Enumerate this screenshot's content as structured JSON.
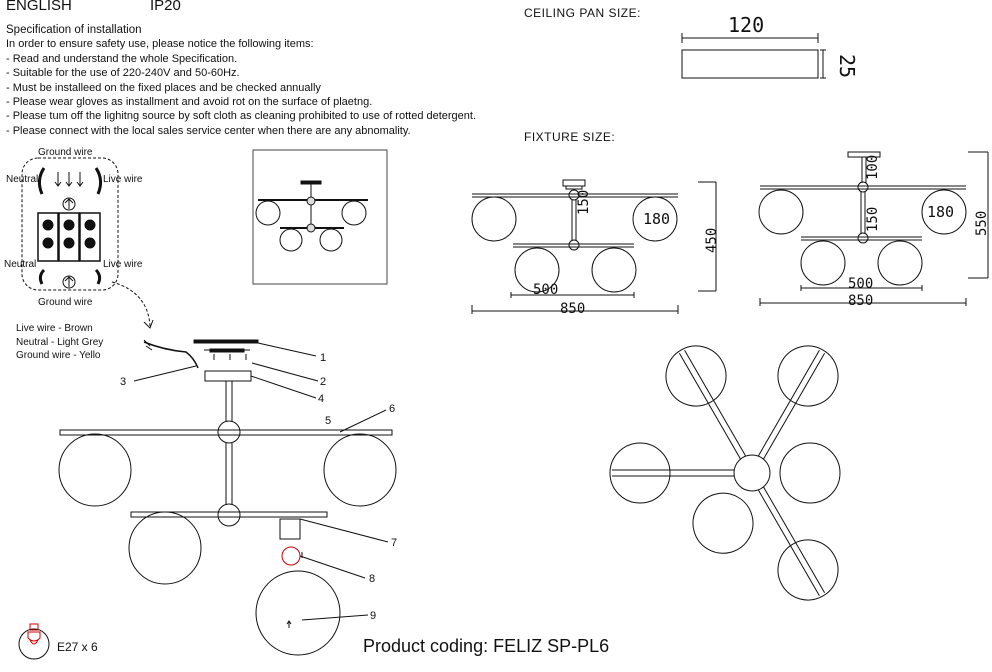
{
  "header": {
    "language": "ENGLISH",
    "ip_rating": "IP20"
  },
  "spec": {
    "title": "Specification of installation",
    "lines": [
      "In order to ensure safety use, please notice the following items:",
      "- Read and understand the whole Specification.",
      "- Suitable for the use of 220-240V and 50-60Hz.",
      "- Must be installeed on the fixed places and be checked annually",
      "- Please wear gloves as installment and avoid rot on the surface of plaetng.",
      "- Please tum off the lighitng source by soft cloth as cleaning prohibited to use of rotted detergent.",
      "- Please connect with the local sales service center when there are any abnomality."
    ]
  },
  "ceiling_pan": {
    "title": "CEILING PAN  SIZE:",
    "width": "120",
    "height": "25"
  },
  "fixture": {
    "title": "FIXTURE SIZE:"
  },
  "fixture_a": {
    "height": "450",
    "stem": "150",
    "globe": "180",
    "inner": "500",
    "outer": "850"
  },
  "fixture_b": {
    "height": "550",
    "stem_top": "100",
    "stem": "150",
    "globe": "180",
    "inner": "500",
    "outer": "850"
  },
  "wiring": {
    "ground_top": "Ground wire",
    "neutral_top": "Neutral",
    "live_top": "Live wire",
    "neutral_bottom": "Neutral",
    "live_bottom": "Live wire",
    "ground_bottom": "Ground wire"
  },
  "wire_legend": [
    "Live wire - Brown",
    "Neutral - Light Grey",
    "Ground wire - Yello"
  ],
  "parts": [
    "1",
    "2",
    "3",
    "4",
    "5",
    "6",
    "7",
    "8",
    "9"
  ],
  "bulb": {
    "label": "E27 x 6",
    "icon": "bulb-icon"
  },
  "product_code": "Product coding: FELIZ SP-PL6"
}
